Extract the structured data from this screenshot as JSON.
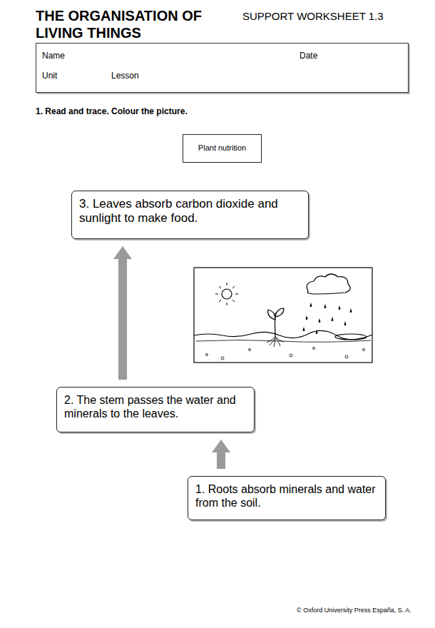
{
  "diagram": {
    "title": "THE ORGANISATION OF LIVING THINGS",
    "nodes": [
      {
        "text": [
          "Name",
          "Date",
          "Unit",
          "Lesson"
        ]
      },
      {
        "text": [
          "Plant nutrition"
        ]
      },
      {
        "text": [
          "3. Leaves absorb carbon dioxide and sunlight to make food."
        ]
      },
      {
        "text": [
          "2. The stem passes the water and minerals to the leaves."
        ]
      },
      {
        "text": [
          "1. Roots absorb minerals and water from the soil."
        ]
      }
    ],
    "edges": [
      {
        "from": 4,
        "to": 3,
        "arrow": "to"
      },
      {
        "from": 3,
        "to": 2,
        "arrow": "to"
      }
    ],
    "labels": [
      "SUPPORT WORKSHEET 1.3",
      "1. Read and trace. Colour the picture.",
      "© Oxford University Press España, S. A."
    ]
  }
}
